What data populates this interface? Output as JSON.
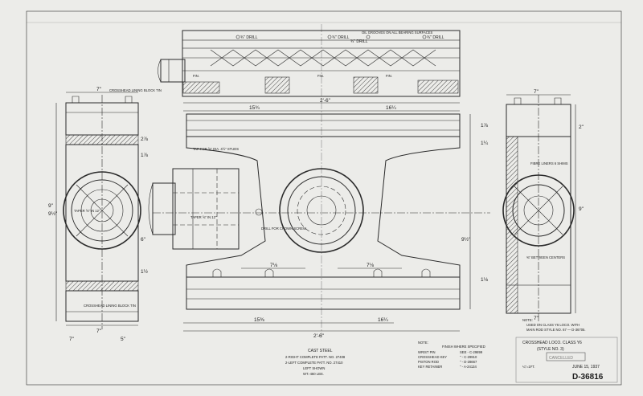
{
  "top_view": {
    "drill_labels": [
      "¾\" DRILL",
      "¾\" DRILL",
      "¾\" DRILL",
      "¾\" DRILL"
    ],
    "oil_grooves": "OIL GROOVES ON ALL BEARING SURFACES",
    "fin_labels": [
      "FIN.",
      "FIN.",
      "FIN."
    ]
  },
  "left_view": {
    "lining_top": "CROSSHEAD LINING BLOCK TIN",
    "lining_bottom": "CROSSHEAD LINING BLOCK TIN",
    "taper": "TAPER ⅝\" IN 12\"",
    "dims": [
      "7\"",
      "9\"",
      "9½\"",
      "2⅞",
      "1⅞",
      "7\"",
      "6\"",
      "1½",
      "7\"",
      "5\""
    ]
  },
  "center_view": {
    "tap_note": "TAP FOR ⅝\" DIA. 4½\" STUDS",
    "taper_pin": "TAPER ⅝\" IN 12\"",
    "drill_hole": "DRILL FOR CROWN SCREW",
    "dims_top": [
      "15¾",
      "2'-6\"",
      "16¼"
    ],
    "dims_bottom": [
      "15⅜",
      "2'-6\"",
      "16¼",
      "7⅛",
      "7⅛"
    ],
    "dims_vertical": [
      "9½\"",
      "1⅞",
      "1¼",
      "1⅛"
    ]
  },
  "right_view": {
    "lining": "FIBRE LINERS 6 SHIMS",
    "between": "⅜\" BETWEEN CENTERS",
    "dims": [
      "7\"",
      "9\"",
      "2\"",
      "7\""
    ]
  },
  "notes": {
    "material_title": "CAST STEEL",
    "material_lines": [
      "2-RIGHT COMPLETE PATT. NO. 27408",
      "2-LEFT COMPLETE PATT. NO. 27410",
      "LEFT SHOWN",
      "WT.-460 LBS."
    ],
    "finish_title": "NOTE:",
    "finish_heading": "FINISH WHERE SPECIFIED",
    "finish_rows": [
      {
        "item": "WRIST PIN",
        "ref": "SEE - C-29899"
      },
      {
        "item": "CROSSHEAD KEY",
        "ref": "\" - C-29910"
      },
      {
        "item": "PISTON ROD",
        "ref": "\" - D-28667"
      },
      {
        "item": "KEY RETAINER",
        "ref": "\" - A-24134"
      }
    ],
    "usage_title": "NOTE:",
    "usage_lines": [
      "USED ON CLASS Y6 LOCO. WITH",
      "MAIN ROD STYLE NO. 67 — D-36705."
    ]
  },
  "title_block": {
    "title": "CROSSHEAD LOCO. CLASS Y6",
    "style": "(STYLE NO. 3)",
    "scale": "¼\"=1FT.",
    "date": "JUNE 15, 1937",
    "number": "D-36816",
    "stamp": "CANCELLED"
  }
}
